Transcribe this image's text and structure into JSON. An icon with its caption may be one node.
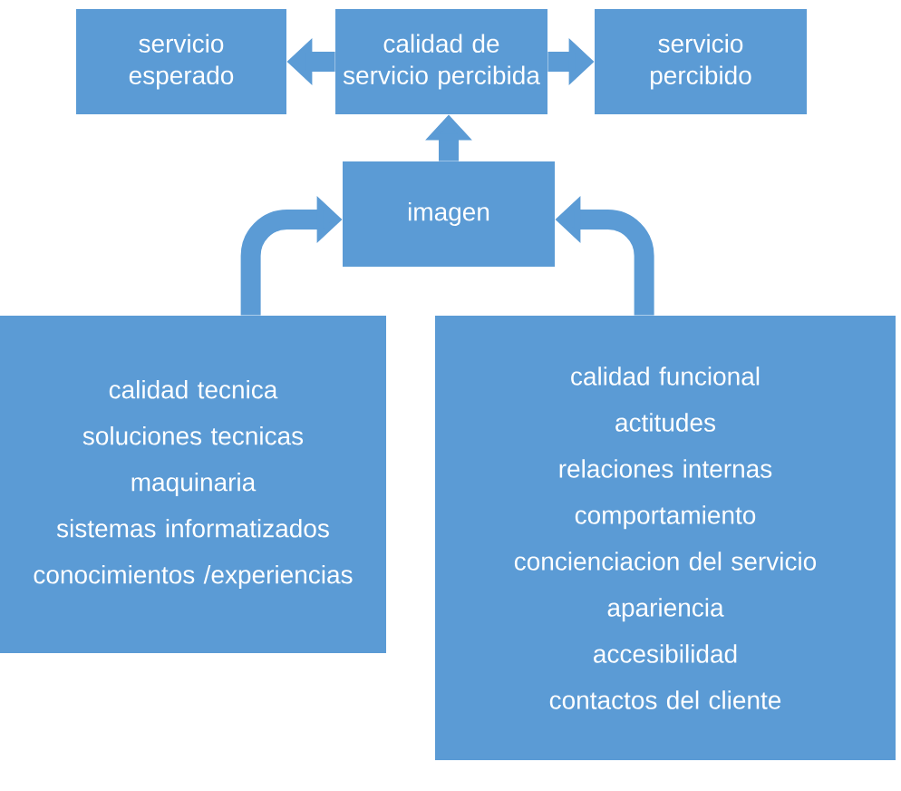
{
  "diagram": {
    "nodes": [
      {
        "text": [
          "servicio esperado"
        ]
      },
      {
        "text": [
          "calidad de servicio percibida"
        ]
      },
      {
        "text": [
          "servicio percibido"
        ]
      },
      {
        "text": [
          "imagen"
        ]
      },
      {
        "text": [
          "calidad tecnica",
          "soluciones tecnicas",
          "maquinaria",
          "sistemas informatizados",
          "conocimientos /experiencias"
        ]
      },
      {
        "text": [
          "calidad funcional",
          "actitudes",
          "relaciones internas",
          "comportamiento",
          "concienciacion del servicio",
          "apariencia",
          "accesibilidad",
          "contactos del cliente"
        ]
      }
    ],
    "edges": [
      {
        "from": 1,
        "to": 0,
        "arrow": "to"
      },
      {
        "from": 1,
        "to": 2,
        "arrow": "to"
      },
      {
        "from": 3,
        "to": 1,
        "arrow": "to"
      },
      {
        "from": 4,
        "to": 3,
        "arrow": "to"
      },
      {
        "from": 5,
        "to": 3,
        "arrow": "to"
      }
    ]
  }
}
